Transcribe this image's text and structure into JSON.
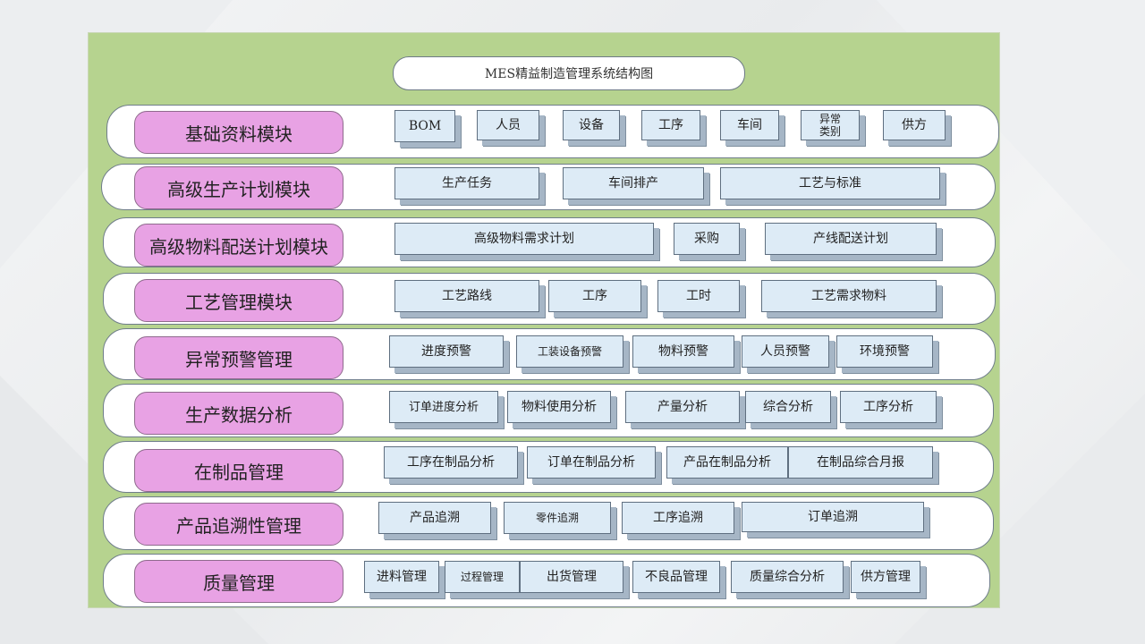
{
  "title": "MES精益制造管理系统结构图",
  "colors": {
    "board": "#b6d38f",
    "module_fill": "#e8a2e4",
    "item_fill": "#ddebf6",
    "row_fill": "#ffffff"
  },
  "modules": [
    {
      "name": "基础资料模块",
      "items": [
        "BOM",
        "人员",
        "设备",
        "工序",
        "车间",
        "异常\n类别",
        "供方"
      ]
    },
    {
      "name": "高级生产计划模块",
      "items": [
        "生产任务",
        "车间排产",
        "工艺与标准"
      ]
    },
    {
      "name": "高级物料配送计划模块",
      "items": [
        "高级物料需求计划",
        "采购",
        "产线配送计划"
      ]
    },
    {
      "name": "工艺管理模块",
      "items": [
        "工艺路线",
        "工序",
        "工时",
        "工艺需求物料"
      ]
    },
    {
      "name": "异常预警管理",
      "items": [
        "进度预警",
        "工装设备预警",
        "物料预警",
        "人员预警",
        "环境预警"
      ]
    },
    {
      "name": "生产数据分析",
      "items": [
        "订单进度分析",
        "物料使用分析",
        "产量分析",
        "综合分析",
        "工序分析"
      ]
    },
    {
      "name": "在制品管理",
      "items": [
        "工序在制品分析",
        "订单在制品分析",
        "产品在制品分析",
        "在制品综合月报"
      ]
    },
    {
      "name": "产品追溯性管理",
      "items": [
        "产品追溯",
        "零件追溯",
        "工序追溯",
        "订单追溯"
      ]
    },
    {
      "name": "质量管理",
      "items": [
        "进料管理",
        "过程管理",
        "出货管理",
        "不良品管理",
        "质量综合分析",
        "供方管理"
      ]
    }
  ]
}
